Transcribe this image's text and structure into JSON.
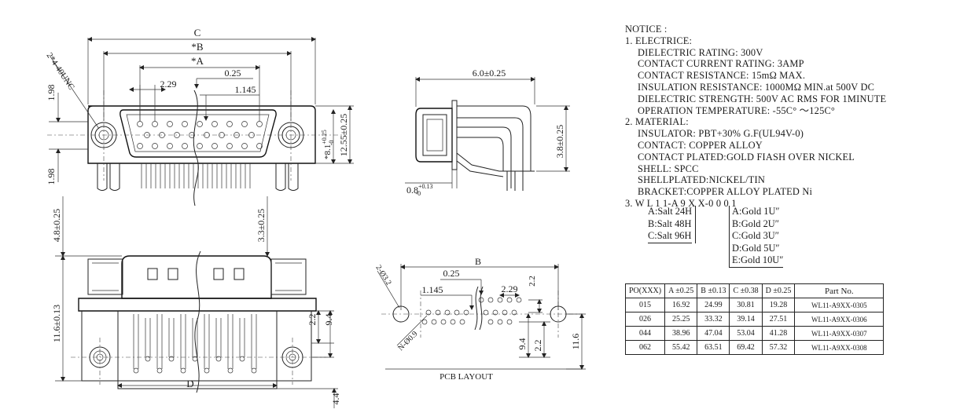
{
  "front_view": {
    "dim_c": "C",
    "dim_b": "*B",
    "dim_a": "*A",
    "dim_229": "2.29",
    "dim_025": "0.25",
    "dim_1145": "1.145",
    "dim_198_top": "1.98",
    "dim_198_bottom": "1.98",
    "thread_label": "2*4-40UNC",
    "dim_81_main": "*8.1",
    "dim_81_tol_plus": "+0.25",
    "dim_81_tol_minus": "-0",
    "dim_1255": "12.55±0.25"
  },
  "side_view": {
    "dim_width": "6.0±0.25",
    "dim_height": "3.8±0.25",
    "dim_08_main": "0.8",
    "dim_08_tol_plus": "+0.13",
    "dim_08_tol_minus": "-0"
  },
  "bottom_view": {
    "dim_48": "4.8±0.25",
    "dim_33": "3.3±0.25",
    "dim_116": "11.6±0.13",
    "dim_22": "2.2",
    "dim_94": "9.4",
    "dim_44": "4.4",
    "dim_d": "D"
  },
  "pcb_layout": {
    "title": "PCB LAYOUT",
    "dim_b": "B",
    "dim_025": "0.25",
    "dim_1145": "1.145",
    "dim_229": "2.29",
    "dim_22_top": "2.2",
    "dim_hole_large": "2-Ø3.2",
    "dim_hole_small": "N-Ø0.9",
    "dim_94": "9.4",
    "dim_22": "2.2",
    "dim_116": "11.6"
  },
  "notice": {
    "header": "NOTICE :",
    "sec1": "1. ELECTRICE:",
    "e1": "DIELECTRIC RATING: 300V",
    "e2": "CONTACT CURRENT RATING: 3AMP",
    "e3": "CONTACT RESISTANCE: 15mΩ MAX.",
    "e4": "INSULATION RESISTANCE: 1000MΩ MIN.at 500V DC",
    "e5": "DIELECTRIC STRENGTH: 500V AC RMS FOR 1MINUTE",
    "e6": "OPERATION TEMPERATURE: -55C° ～125C°",
    "sec2": "2. MATERIAL:",
    "m1": "INSULATOR: PBT+30% G.F(UL94V-0)",
    "m2": "CONTACT: COPPER ALLOY",
    "m3": "CONTACT PLATED:GOLD FIASH OVER NICKEL",
    "m4": "SHELL: SPCC",
    "m5": "SHELLPLATED:NICKEL/TIN",
    "m6": "BRACKET:COPPER ALLOY PLATED Ni",
    "sec3": "3. W L 1 1-A 9 X X-0 0 0 1"
  },
  "salt_options": [
    "A:Salt 24H",
    "B:Salt 48H",
    "C:Salt 96H"
  ],
  "gold_options": [
    "A:Gold 1U″",
    "B:Gold 2U″",
    "C:Gold 3U″",
    "D:Gold 5U″",
    "E:Gold 10U″"
  ],
  "table": {
    "headers": [
      "PO(XXX)",
      "A ±0.25",
      "B ±0.13",
      "C ±0.38",
      "D ±0.25",
      "Part  No."
    ],
    "rows": [
      [
        "015",
        "16.92",
        "24.99",
        "30.81",
        "19.28",
        "WL11-A9XX-0305"
      ],
      [
        "026",
        "25.25",
        "33.32",
        "39.14",
        "27.51",
        "WL11-A9XX-0306"
      ],
      [
        "044",
        "38.96",
        "47.04",
        "53.04",
        "41.28",
        "WL11-A9XX-0307"
      ],
      [
        "062",
        "55.42",
        "63.51",
        "69.42",
        "57.32",
        "WL11-A9XX-0308"
      ]
    ]
  }
}
